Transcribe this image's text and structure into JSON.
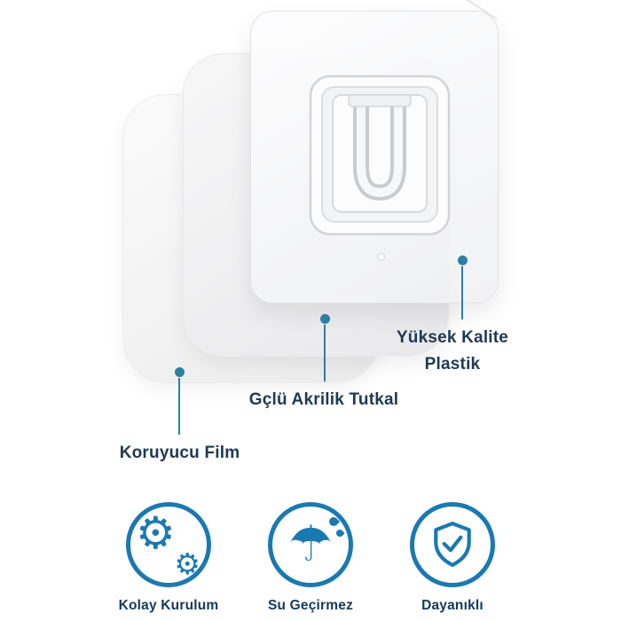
{
  "callouts": [
    {
      "label": "Yüksek Kalite Plastik"
    },
    {
      "label": "Gçlü Akrilik Tutkal"
    },
    {
      "label": "Koruyucu Film"
    }
  ],
  "features": [
    {
      "icon": "gears-icon",
      "label": "Kolay Kurulum"
    },
    {
      "icon": "umbrella-icon",
      "label": "Su Geçirmez"
    },
    {
      "icon": "shield-check-icon",
      "label": "Dayanıklı"
    }
  ],
  "icons": {
    "gear_glyph": "⚙",
    "umbrella_glyph": "☂"
  },
  "colors": {
    "callout_teal": "#2e7f9f",
    "feature_blue": "#1a79b2",
    "text_navy": "#1e3a52"
  }
}
